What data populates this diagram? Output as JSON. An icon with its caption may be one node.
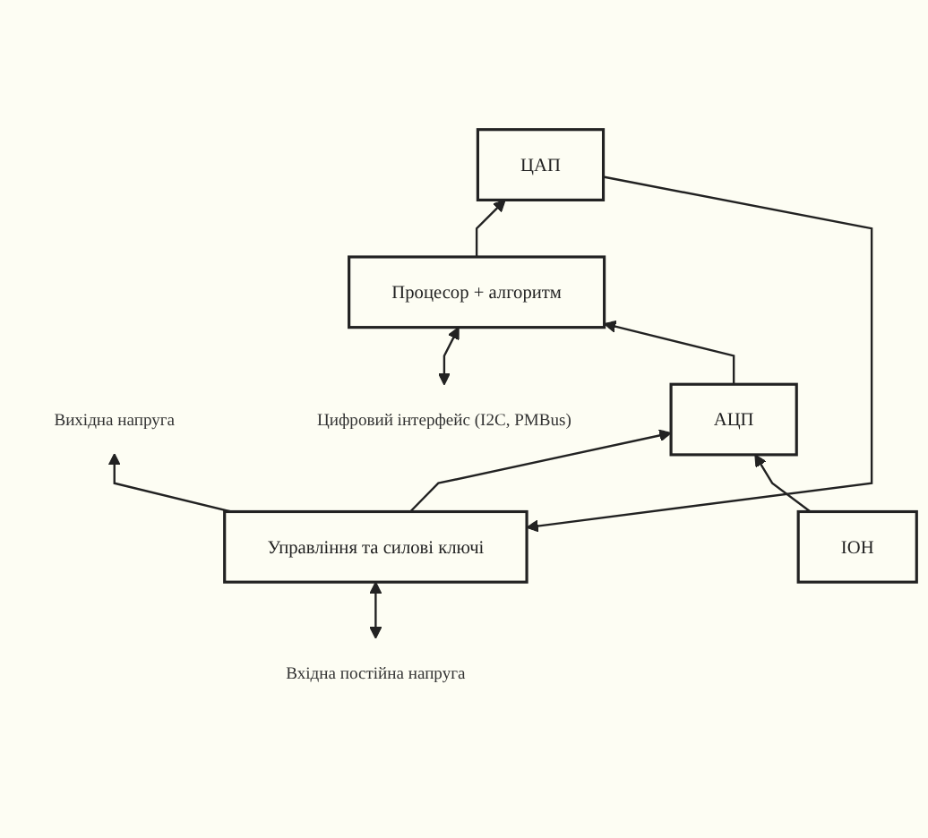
{
  "diagram": {
    "nodes": [
      {
        "text": [
          "Вхідна постійна напруга"
        ]
      },
      {
        "text": [
          "Управління та силові ключі"
        ]
      },
      {
        "text": [
          "Вихідна напруга"
        ]
      },
      {
        "text": [
          "ЦАП"
        ]
      },
      {
        "text": [
          "Цифровий інтерфейс (I2C, PMBus)"
        ]
      },
      {
        "text": [
          "Процесор + алгоритм"
        ]
      },
      {
        "text": [
          "АЦП"
        ]
      },
      {
        "text": [
          "ІОН"
        ]
      }
    ],
    "edges": [
      {
        "from": 0,
        "to": 1,
        "arrow": "both"
      },
      {
        "from": 1,
        "to": 2,
        "arrow": "to"
      },
      {
        "from": 3,
        "to": 1,
        "arrow": "to"
      },
      {
        "from": 5,
        "to": 3,
        "arrow": "to"
      },
      {
        "from": 4,
        "to": 5,
        "arrow": "both"
      },
      {
        "from": 6,
        "to": 5,
        "arrow": "to"
      },
      {
        "from": 1,
        "to": 6,
        "arrow": "to"
      },
      {
        "from": 7,
        "to": 6,
        "arrow": "to"
      }
    ]
  }
}
